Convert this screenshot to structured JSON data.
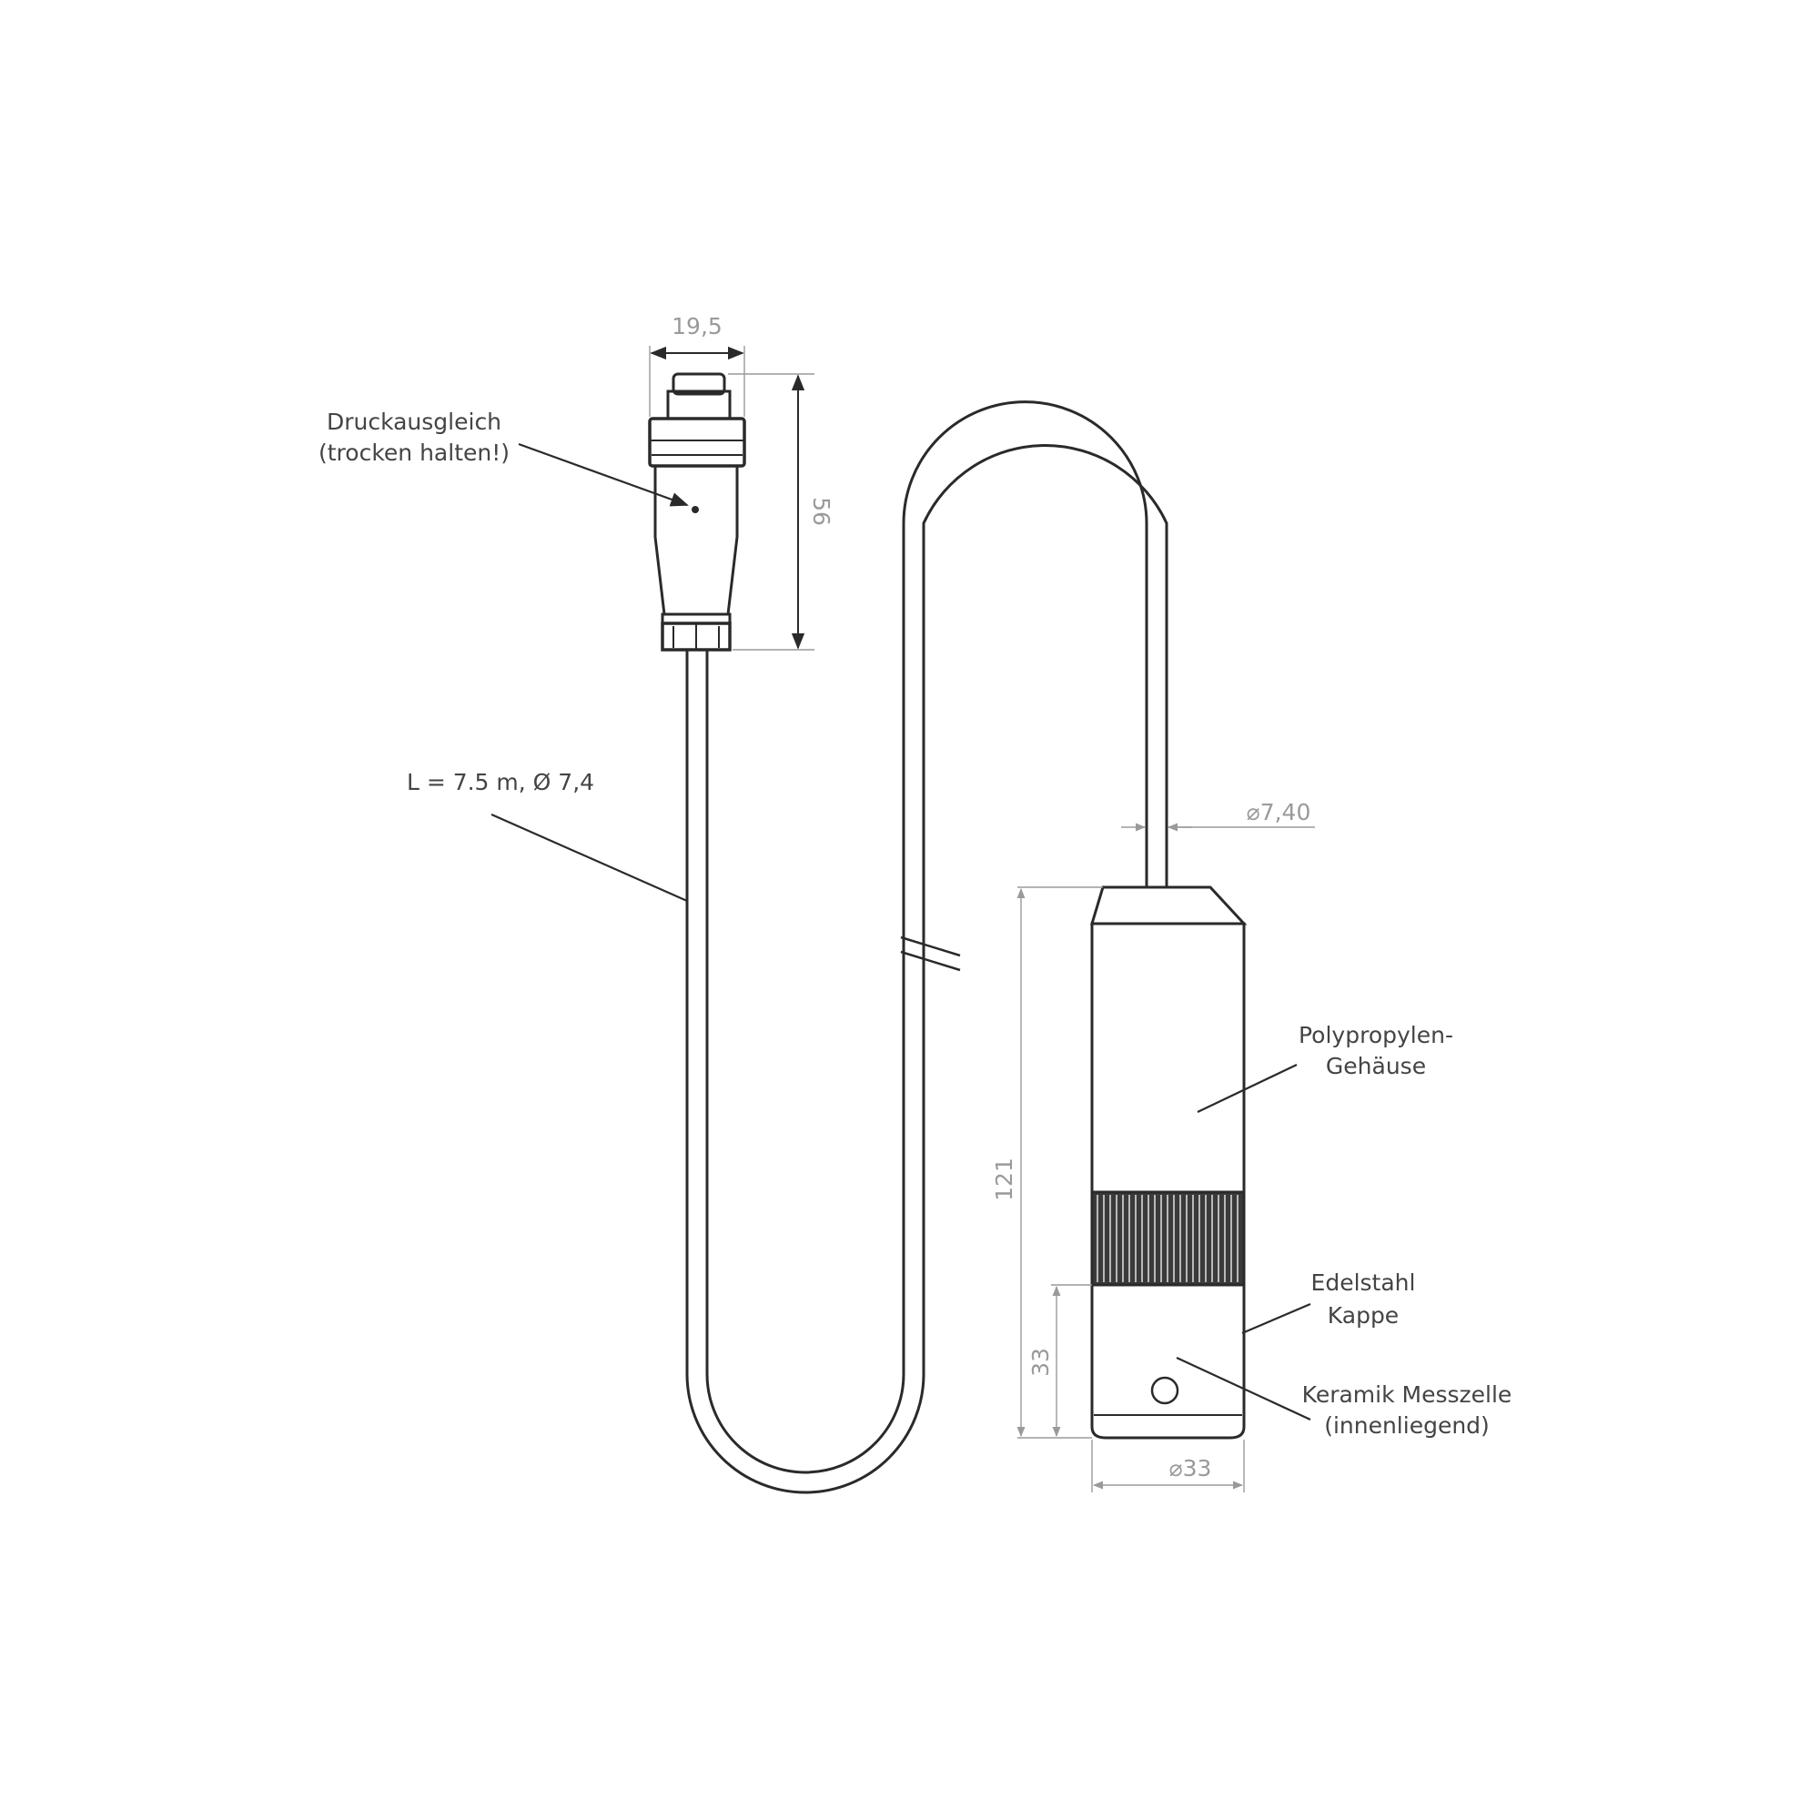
{
  "labels": {
    "druckausgleich_1": "Druckausgleich",
    "druckausgleich_2": "(trocken halten!)",
    "cable": "L = 7.5 m, Ø 7,4",
    "housing_1": "Polypropylen-",
    "housing_2": "Gehäuse",
    "cap_1": "Edelstahl",
    "cap_2": "Kappe",
    "cell_1": "Keramik Messzelle",
    "cell_2": "(innenliegend)"
  },
  "dimensions": {
    "connector_width": "19,5",
    "connector_height": "56",
    "cable_diameter": "⌀7,40",
    "probe_length": "121",
    "cap_length": "33",
    "probe_diameter": "⌀33"
  },
  "colors": {
    "line": "#2a2a2a",
    "dimension": "#9a9a9a",
    "text": "#444444"
  }
}
